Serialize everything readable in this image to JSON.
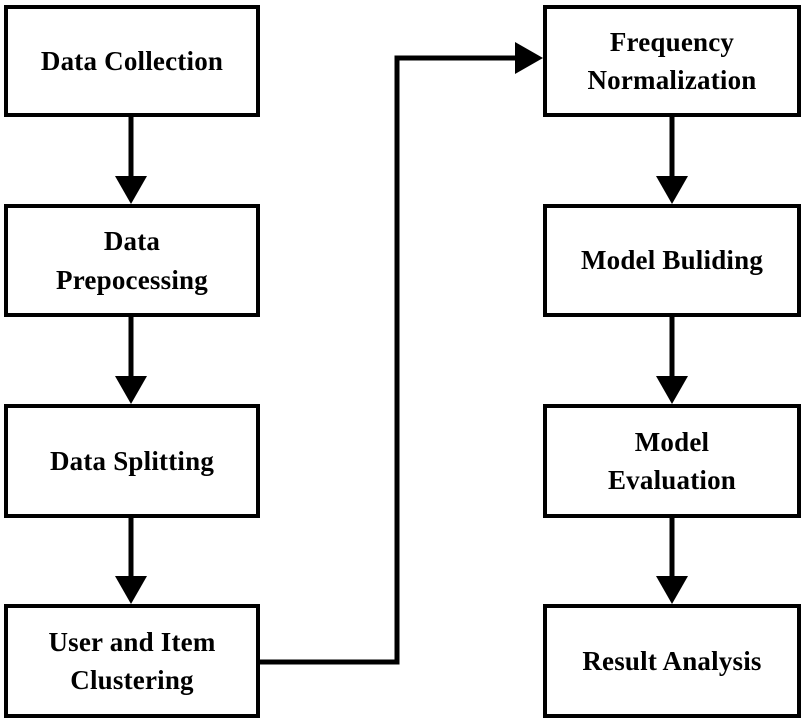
{
  "diagram": {
    "type": "flowchart",
    "colors": {
      "line": "#000000",
      "box_border": "#000000",
      "box_fill": "#ffffff",
      "background": "#ffffff",
      "text": "#000000"
    },
    "nodes": [
      {
        "id": "data-collection",
        "label": "Data Collection"
      },
      {
        "id": "data-prepocessing",
        "label": "Data\nPrepocessing"
      },
      {
        "id": "data-splitting",
        "label": "Data Splitting"
      },
      {
        "id": "user-and-item-clustering",
        "label": "User and Item\nClustering"
      },
      {
        "id": "frequency-normalization",
        "label": "Frequency\nNormalization"
      },
      {
        "id": "model-buliding",
        "label": "Model Buliding"
      },
      {
        "id": "model-evaluation",
        "label": "Model\nEvaluation"
      },
      {
        "id": "result-analysis",
        "label": "Result Analysis"
      }
    ],
    "edges": [
      {
        "from": "data-collection",
        "to": "data-prepocessing"
      },
      {
        "from": "data-prepocessing",
        "to": "data-splitting"
      },
      {
        "from": "data-splitting",
        "to": "user-and-item-clustering"
      },
      {
        "from": "user-and-item-clustering",
        "to": "frequency-normalization"
      },
      {
        "from": "frequency-normalization",
        "to": "model-buliding"
      },
      {
        "from": "model-buliding",
        "to": "model-evaluation"
      },
      {
        "from": "model-evaluation",
        "to": "result-analysis"
      }
    ]
  }
}
